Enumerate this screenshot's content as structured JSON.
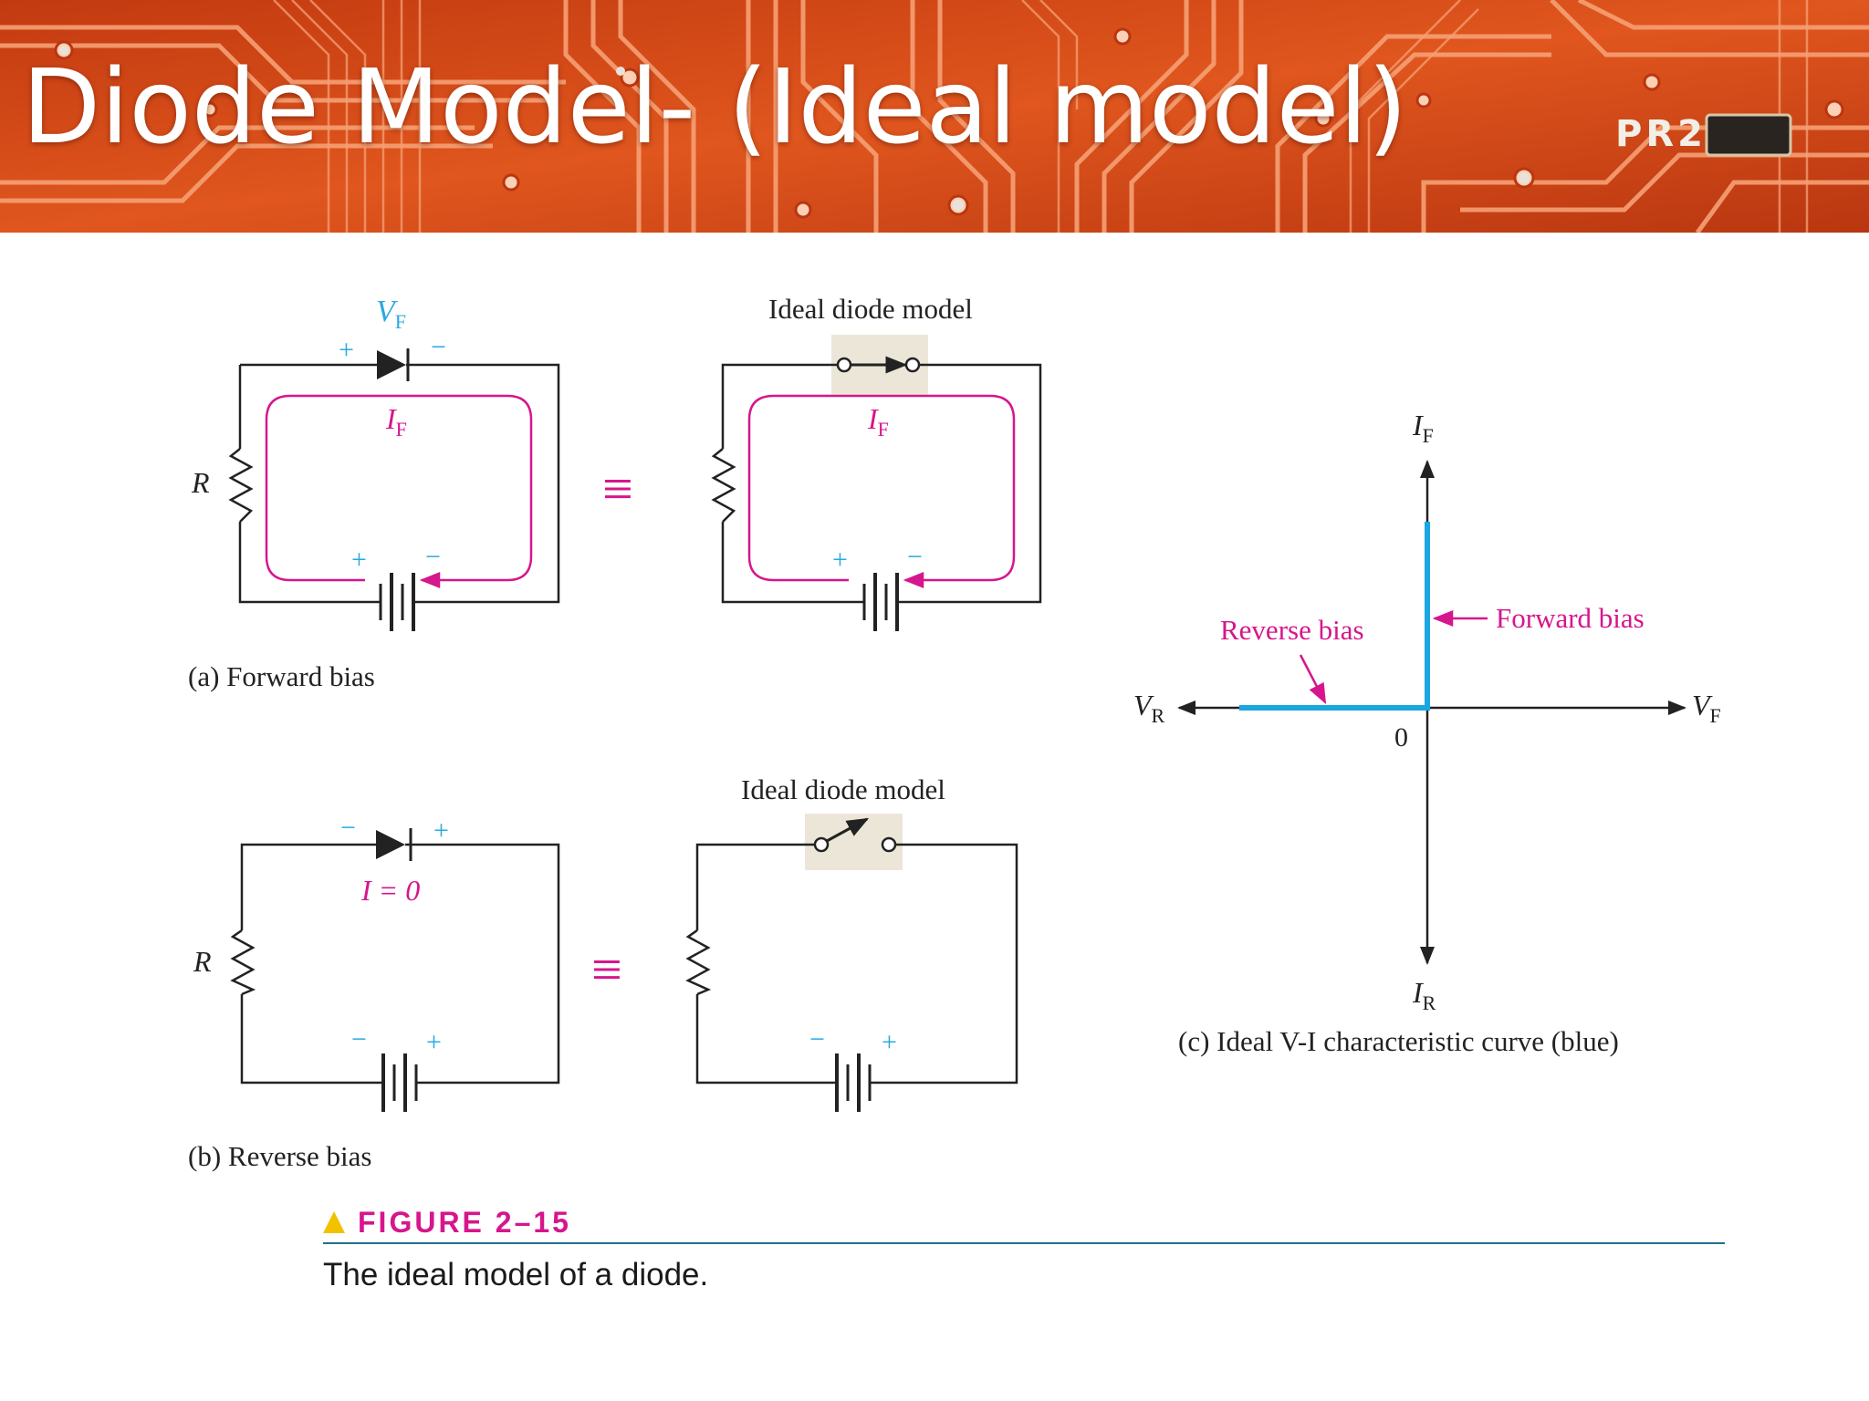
{
  "slide": {
    "title": "Diode Model- (Ideal model)",
    "banner_chip_text": "PR26"
  },
  "figure": {
    "label": "FIGURE 2–15",
    "caption": "The ideal model of a diode.",
    "panel_a": {
      "caption": "(a)  Forward bias",
      "vf_label": "V",
      "vf_sub": "F",
      "current_label": "I",
      "current_sub": "F",
      "resistor_label": "R",
      "plus": "+",
      "minus": "−",
      "model_title": "Ideal diode model",
      "equiv": "≡"
    },
    "panel_b": {
      "caption": "(b)  Reverse bias",
      "current_label": "I = 0",
      "resistor_label": "R",
      "plus": "+",
      "minus": "−",
      "model_title": "Ideal diode model",
      "equiv": "≡"
    },
    "panel_c": {
      "caption": "(c)  Ideal V-I characteristic curve (blue)",
      "if_label": "I",
      "if_sub": "F",
      "ir_label": "I",
      "ir_sub": "R",
      "vf_label": "V",
      "vf_sub": "F",
      "vr_label": "V",
      "vr_sub": "R",
      "origin": "0",
      "forward_bias": "Forward bias",
      "reverse_bias": "Reverse bias"
    }
  },
  "colors": {
    "banner_orange": "#e0501c",
    "trace": "#f6a074",
    "cyan": "#29aae1",
    "magenta": "#d6168c",
    "switch_bg": "#ece6d9",
    "rule": "#1f6f8b",
    "triangle": "#f2c200"
  }
}
